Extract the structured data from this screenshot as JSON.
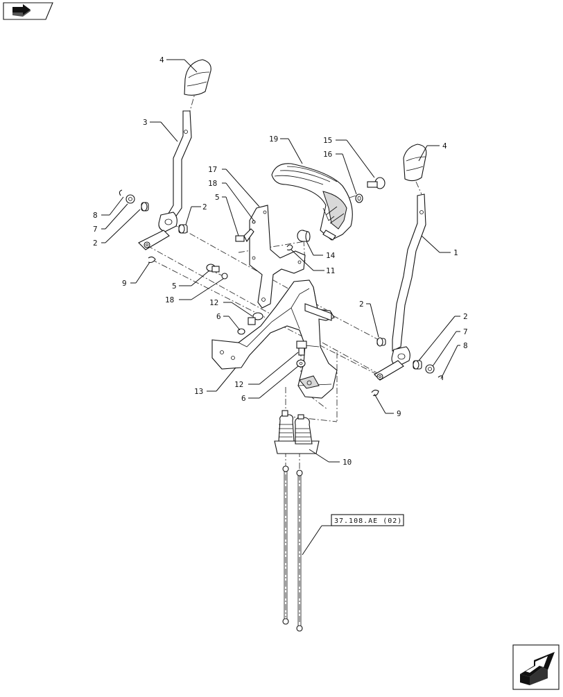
{
  "nav": {
    "prev_icon_label": "previous-page",
    "next_icon_label": "next-page"
  },
  "callouts": {
    "c1": "1",
    "c2a": "2",
    "c2b": "2",
    "c2c": "2",
    "c2d": "2",
    "c3": "3",
    "c4a": "4",
    "c4b": "4",
    "c5a": "5",
    "c5b": "5",
    "c6a": "6",
    "c6b": "6",
    "c7a": "7",
    "c7b": "7",
    "c8a": "8",
    "c8b": "8",
    "c9a": "9",
    "c9b": "9",
    "c10": "10",
    "c11": "11",
    "c12a": "12",
    "c12b": "12",
    "c13": "13",
    "c14": "14",
    "c15": "15",
    "c16": "16",
    "c17": "17",
    "c18a": "18",
    "c18b": "18",
    "c19": "19"
  },
  "reference_box": "37.108.AE (02)",
  "colors": {
    "ink": "#111111",
    "paper": "#ffffff",
    "shade": "#d8d8d8"
  }
}
